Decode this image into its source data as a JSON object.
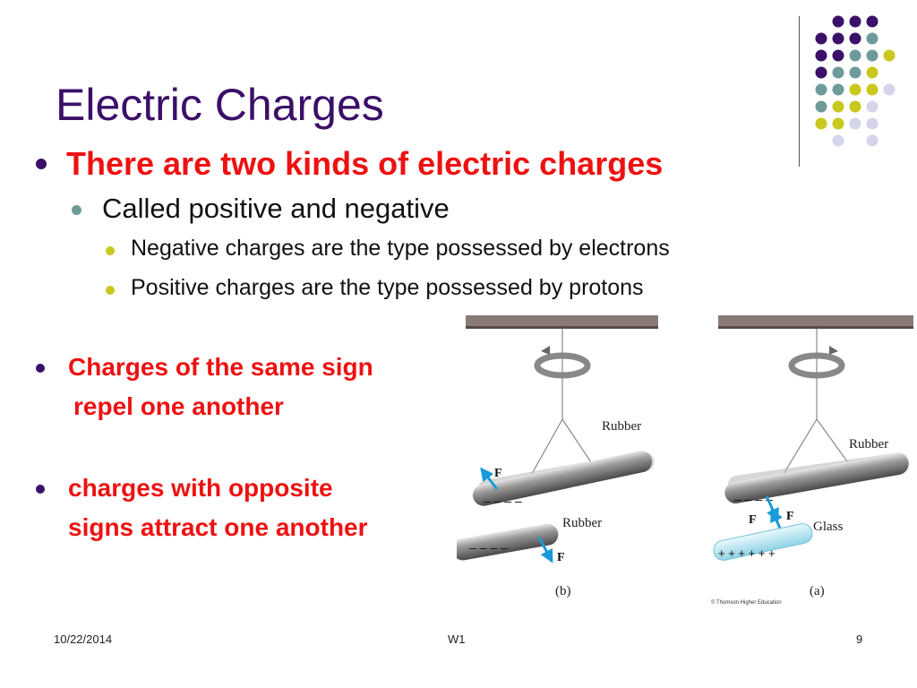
{
  "slide": {
    "title": "Electric Charges",
    "bullets": {
      "b1": "There are two kinds of electric charges",
      "b1_1": "Called positive and negative",
      "b1_1_1": "Negative charges are the type possessed by electrons",
      "b1_1_2": "Positive charges are the type possessed by protons",
      "b2_line1": "Charges of the same sign",
      "b2_line2": "repel one another",
      "b3_line1": "charges with opposite",
      "b3_line2": "signs attract one another"
    }
  },
  "figure": {
    "label_b": "(b)",
    "label_a": "(a)",
    "rubber_top_b": "Rubber",
    "rubber_bottom_b": "Rubber",
    "rubber_top_a": "Rubber",
    "glass_a": "Glass",
    "force_label": "F",
    "copyright": "© Thomson Higher Education"
  },
  "footer": {
    "date": "10/22/2014",
    "center": "W1",
    "page": "9"
  },
  "colors": {
    "title": "#3a1068",
    "emphasis": "#ee1111",
    "bullet_l1": "#3a1068",
    "bullet_l2": "#6f9a9a",
    "bullet_l3": "#c8c81e",
    "dot_purple": "#3a1068",
    "dot_teal": "#6f9a9a",
    "dot_yellow": "#c8c81e",
    "dot_lavender": "#d4d4ea"
  }
}
